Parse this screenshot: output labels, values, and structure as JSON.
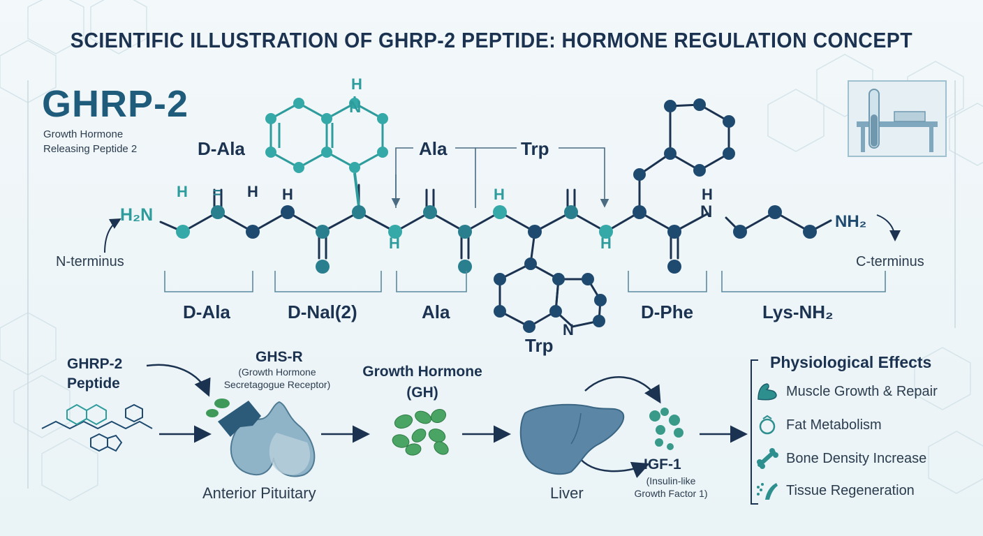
{
  "title": "SCIENTIFIC ILLUSTRATION OF GHRP-2 PEPTIDE: HORMONE REGULATION CONCEPT",
  "brand": {
    "name": "GHRP-2",
    "subtitle_line1": "Growth Hormone",
    "subtitle_line2": "Releasing Peptide 2"
  },
  "structure": {
    "top_labels": {
      "d_ala": "D-Ala",
      "ala": "Ala",
      "trp": "Trp"
    },
    "h2n": "H₂N",
    "nh2": "NH₂",
    "n_terminus": "N-terminus",
    "c_terminus": "C-terminus",
    "atom_h": "H",
    "atom_n": "N",
    "residues": [
      "D-Ala",
      "D-Nal(2)",
      "Ala",
      "Trp",
      "D-Phe",
      "Lys-NH₂"
    ]
  },
  "pathway": {
    "peptide_line1": "GHRP-2",
    "peptide_line2": "Peptide",
    "receptor": "GHS-R",
    "receptor_desc_line1": "(Growth Hormone",
    "receptor_desc_line2": "Secretagogue Receptor)",
    "pituitary": "Anterior Pituitary",
    "gh_line1": "Growth Hormone",
    "gh_line2": "(GH)",
    "liver": "Liver",
    "igf": "IGF-1",
    "igf_desc_line1": "(Insulin-like",
    "igf_desc_line2": "Growth Factor 1)"
  },
  "effects": {
    "title": "Physiological Effects",
    "items": [
      {
        "label": "Muscle Growth & Repair",
        "icon": "muscle-icon"
      },
      {
        "label": "Fat Metabolism",
        "icon": "fat-cell-icon"
      },
      {
        "label": "Bone Density Increase",
        "icon": "bone-icon"
      },
      {
        "label": "Tissue Regeneration",
        "icon": "tissue-icon"
      }
    ]
  },
  "colors": {
    "navy": "#1b3350",
    "teal": "#2e9c9c",
    "dark_blue": "#1f4a70",
    "green": "#3f9a5a",
    "liver": "#5b86a6"
  }
}
